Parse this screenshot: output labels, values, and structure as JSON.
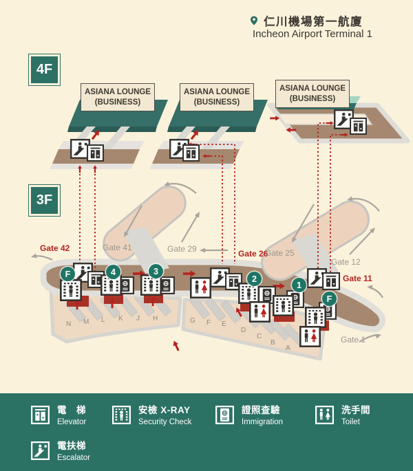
{
  "header": {
    "location_zh": "仁川機場第一航廈",
    "location_en": "Incheon Airport Terminal 1"
  },
  "floor_badges": {
    "upper": "4F",
    "lower": "3F"
  },
  "lounges": [
    {
      "line1": "ASIANA LOUNGE",
      "line2": "(BUSINESS)"
    },
    {
      "line1": "ASIANA LOUNGE",
      "line2": "(BUSINESS)"
    },
    {
      "line1": "ASIANA LOUNGE",
      "line2": "(BUSINESS)"
    }
  ],
  "gates": [
    {
      "name": "Gate 42",
      "highlight": true
    },
    {
      "name": "Gate 41",
      "highlight": false
    },
    {
      "name": "Gate 29",
      "highlight": false
    },
    {
      "name": "Gate 26",
      "highlight": true
    },
    {
      "name": "Gate 25",
      "highlight": false
    },
    {
      "name": "Gate 12",
      "highlight": false
    },
    {
      "name": "Gate 11",
      "highlight": true
    },
    {
      "name": "Gate 1",
      "highlight": false
    }
  ],
  "route_markers": [
    "F",
    "4",
    "3",
    "2",
    "1",
    "F"
  ],
  "checkin_zones": [
    "N",
    "M",
    "L",
    "K",
    "J",
    "H",
    "G",
    "F",
    "E",
    "D",
    "C",
    "B",
    "A"
  ],
  "legend": {
    "items": [
      {
        "id": "elevator",
        "zh": "電　梯",
        "en": "Elevator"
      },
      {
        "id": "escalator",
        "zh": "電扶梯",
        "en": "Escalator"
      },
      {
        "id": "security",
        "zh": "安檢 X-RAY",
        "en": "Security Check"
      },
      {
        "id": "immigration",
        "zh": "證照查驗",
        "en": "Immigration"
      },
      {
        "id": "toilet",
        "zh": "洗手間",
        "en": "Toilet"
      }
    ]
  },
  "colors": {
    "accent_green": "#2b7164",
    "route_red": "#b3231d",
    "gate_red": "#b4231f",
    "gate_gray": "#9b978f",
    "concourse_brown": "#a5886f"
  }
}
